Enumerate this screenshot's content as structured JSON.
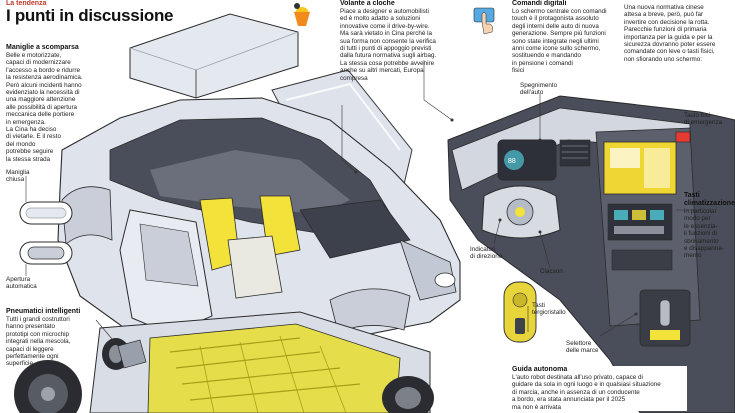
{
  "header": {
    "kicker": "La tendenza",
    "title": "I punti in discussione"
  },
  "blocks": {
    "maniglie": {
      "title": "Maniglie a scomparsa",
      "lines": [
        "Belle e motorizzate,",
        "capaci di modernizzare",
        "l'accesso a bordo e ridurre",
        "la resistenza aerodinamica.",
        "Però alcuni incidenti hanno",
        "evidenziato la necessità di",
        "una maggiore attenzione",
        "alle possibilità di apertura",
        "meccanica delle portiere",
        "in emergenza.",
        "La Cina ha deciso",
        "di vietarle. E il resto",
        "del mondo",
        "potrebbe seguire",
        "la stessa strada"
      ]
    },
    "volante": {
      "title": "Volante a cloche",
      "lines": [
        "Piace a designer e automobilisti",
        "ed è molto adatto a soluzioni",
        "innovative come il drive-by-wire.",
        "Ma sarà vietato in Cina perché la",
        "sua forma non consente la verifica",
        "di tutti i punti di appoggio previsti",
        "dalla futura normativa sugli airbag.",
        "La stessa cosa potrebbe avvenire",
        "anche su altri mercati, Europa",
        "compresa"
      ]
    },
    "comandi": {
      "title": "Comandi digitali",
      "lines": [
        "Lo schermo centrale con comandi",
        "touch è il protagonista assoluto",
        "degli interni delle auto di nuova",
        "generazione. Sempre più funzioni",
        "sono state integrate negli ultimi",
        "anni come icone sullo schermo,",
        "sostituendo e mandando",
        "in pensione i comandi",
        "fisici"
      ]
    },
    "normativa": {
      "lines": [
        "Una nuova normativa cinese",
        "attesa a breve, però, può far",
        "invertire con decisione la rotta.",
        "Parecchie funzioni di primaria",
        "importanza per la guida e per la",
        "sicurezza dovranno poter essere",
        "comandate con leve o tasti fisici,",
        "non sfiorando uno schermo:"
      ]
    },
    "pneumatici": {
      "title": "Pneumatici intelligenti",
      "lines": [
        "Tutti i grandi costruttori",
        "hanno presentato",
        "prototipi con microchip",
        "integrati nella mescola,",
        "capaci di leggere",
        "perfettamente ogni",
        "superficie"
      ]
    },
    "guida": {
      "title": "Guida autonoma",
      "lines": [
        "L'auto robot destinata all'uso privato, capace di",
        "guidare da sola in ogni luogo e in qualsiasi situazione",
        "di marcia, anche in assenza di un conducente",
        "a bordo, era stata annunciata per il 2025",
        "ma non è arrivata"
      ]
    },
    "clima": {
      "title": "Tasti",
      "lines": [
        "climatizzazione",
        "in particolar",
        "modo per",
        "le essenzia-",
        "li funzioni di",
        "sbrinamento",
        "e disappanna-",
        "mento"
      ]
    }
  },
  "labels": {
    "maniglia_chiusa": [
      "Maniglia",
      "chiusa"
    ],
    "apertura": [
      "Apertura",
      "automatica"
    ],
    "spegnimento": [
      "Spegnimento",
      "dell'auto"
    ],
    "indicatori": [
      "Indicatori",
      "di direzione"
    ],
    "clacson": "Clacson",
    "tergicristallo": [
      "Tasti",
      "tergicristallo"
    ],
    "selettore": [
      "Selettore",
      "delle marce"
    ],
    "luci": [
      "Tasto luci",
      "di emergenza"
    ]
  },
  "colors": {
    "kicker": "#c0392b",
    "car_body": "#dfe3ec",
    "car_line": "#2b2b2b",
    "glass": "#e8ebf0",
    "interior": "#4a4e5a",
    "seat_yellow": "#f2e23a",
    "battery": "#e5de4a",
    "dash_dark": "#3d414c",
    "screen": "#f0d632"
  },
  "icons": [
    "airbag-warning-icon",
    "hand-touch-icon"
  ]
}
